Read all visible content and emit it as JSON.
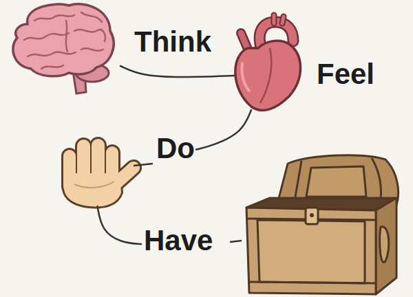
{
  "diagram": {
    "nodes": [
      {
        "text": [
          "Think"
        ]
      },
      {
        "text": [
          "Feel"
        ]
      },
      {
        "text": [
          "Do"
        ]
      },
      {
        "text": [
          "Have"
        ]
      }
    ],
    "edges": [
      {
        "from": 0,
        "to": 1,
        "arrow": "none"
      },
      {
        "from": 1,
        "to": 2,
        "arrow": "none"
      },
      {
        "from": 2,
        "to": 3,
        "arrow": "none"
      }
    ]
  }
}
